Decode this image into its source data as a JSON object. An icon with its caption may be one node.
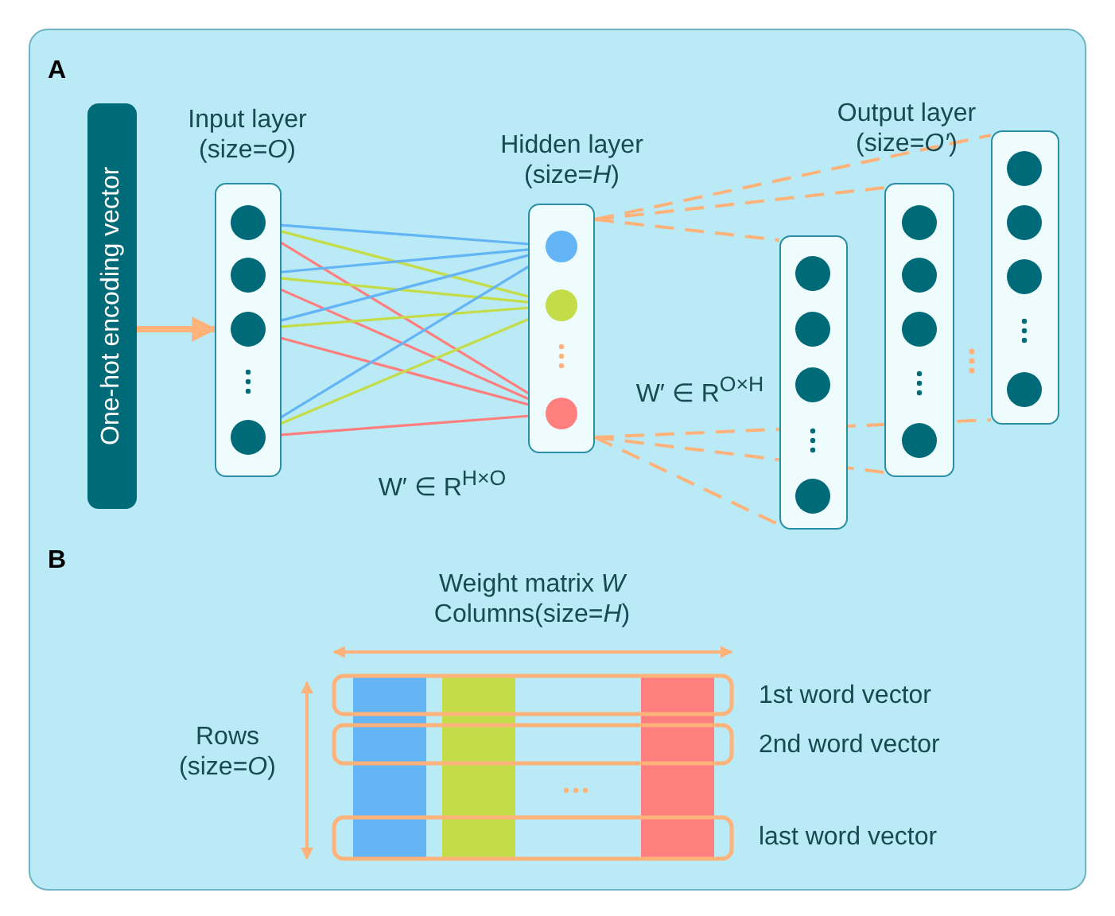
{
  "diagram": {
    "nodes": [
      {
        "text": [
          "One-hot encoding vector"
        ]
      },
      {
        "text": [
          "Input layer (size=*O*)"
        ]
      },
      {
        "text": [],
        "shape": "circle",
        "in": 1
      },
      {
        "text": [],
        "shape": "circle",
        "in": 1
      },
      {
        "text": [],
        "shape": "circle",
        "in": 1
      },
      {
        "text": [],
        "shape": "circle",
        "in": 1
      },
      {
        "text": [
          "Hidden layer (size=*H*)"
        ]
      },
      {
        "text": [],
        "shape": "circle",
        "in": 6
      },
      {
        "text": [],
        "shape": "circle",
        "in": 6
      },
      {
        "text": [],
        "shape": "circle",
        "in": 6
      },
      {
        "text": [],
        "shape": "box"
      },
      {
        "text": [],
        "shape": "circle",
        "in": 10
      },
      {
        "text": [],
        "shape": "circle",
        "in": 10
      },
      {
        "text": [],
        "shape": "circle",
        "in": 10
      },
      {
        "text": [],
        "shape": "circle",
        "in": 10
      },
      {
        "text": [],
        "shape": "box"
      },
      {
        "text": [],
        "shape": "circle",
        "in": 15
      },
      {
        "text": [],
        "shape": "circle",
        "in": 15
      },
      {
        "text": [],
        "shape": "circle",
        "in": 15
      },
      {
        "text": [],
        "shape": "circle",
        "in": 15
      },
      {
        "text": [],
        "shape": "box"
      },
      {
        "text": [],
        "shape": "circle",
        "in": 20
      },
      {
        "text": [],
        "shape": "circle",
        "in": 20
      },
      {
        "text": [],
        "shape": "circle",
        "in": 20
      },
      {
        "text": [],
        "shape": "circle",
        "in": 20
      }
    ],
    "edges": [
      {
        "from": 0,
        "to": 1,
        "arrow": "to",
        "style": "thick",
        "color": "#ffb27a"
      },
      {
        "from": 2,
        "to": 7,
        "arrow": "none",
        "color": "#64b5f6"
      },
      {
        "from": 2,
        "to": 8,
        "arrow": "none",
        "color": "#c3dc48"
      },
      {
        "from": 2,
        "to": 9,
        "arrow": "none",
        "color": "#ff7f7f"
      },
      {
        "from": 3,
        "to": 7,
        "arrow": "none",
        "color": "#64b5f6"
      },
      {
        "from": 3,
        "to": 8,
        "arrow": "none",
        "color": "#c3dc48"
      },
      {
        "from": 3,
        "to": 9,
        "arrow": "none",
        "color": "#ff7f7f"
      },
      {
        "from": 4,
        "to": 7,
        "arrow": "none",
        "color": "#64b5f6"
      },
      {
        "from": 4,
        "to": 8,
        "arrow": "none",
        "color": "#c3dc48"
      },
      {
        "from": 4,
        "to": 9,
        "arrow": "none",
        "color": "#ff7f7f"
      },
      {
        "from": 5,
        "to": 7,
        "arrow": "none",
        "color": "#64b5f6"
      },
      {
        "from": 5,
        "to": 8,
        "arrow": "none",
        "color": "#c3dc48"
      },
      {
        "from": 5,
        "to": 9,
        "arrow": "none",
        "color": "#ff7f7f"
      },
      {
        "from": 6,
        "to": 10,
        "arrow": "none",
        "style": "dashed",
        "color": "#ffb27a"
      },
      {
        "from": 6,
        "to": 15,
        "arrow": "none",
        "style": "dashed",
        "color": "#ffb27a"
      },
      {
        "from": 6,
        "to": 20,
        "arrow": "none",
        "style": "dashed",
        "color": "#ffb27a"
      },
      {
        "from": 6,
        "to": 10,
        "arrow": "none",
        "style": "dashed",
        "color": "#ffb27a"
      },
      {
        "from": 6,
        "to": 15,
        "arrow": "none",
        "style": "dashed",
        "color": "#ffb27a"
      },
      {
        "from": 6,
        "to": 20,
        "arrow": "none",
        "style": "dashed",
        "color": "#ffb27a"
      }
    ],
    "labels": [
      "A",
      "Output layer (size=*O′*)",
      "W′ ∈ R$^{O×H}$",
      "W′ ∈ R$^{H×O}$",
      "B",
      "Weight matrix *W* Columns(size=*H*)",
      "Rows (size=*O*)",
      "1st word vector",
      "2nd word vector",
      "last word vector"
    ]
  }
}
